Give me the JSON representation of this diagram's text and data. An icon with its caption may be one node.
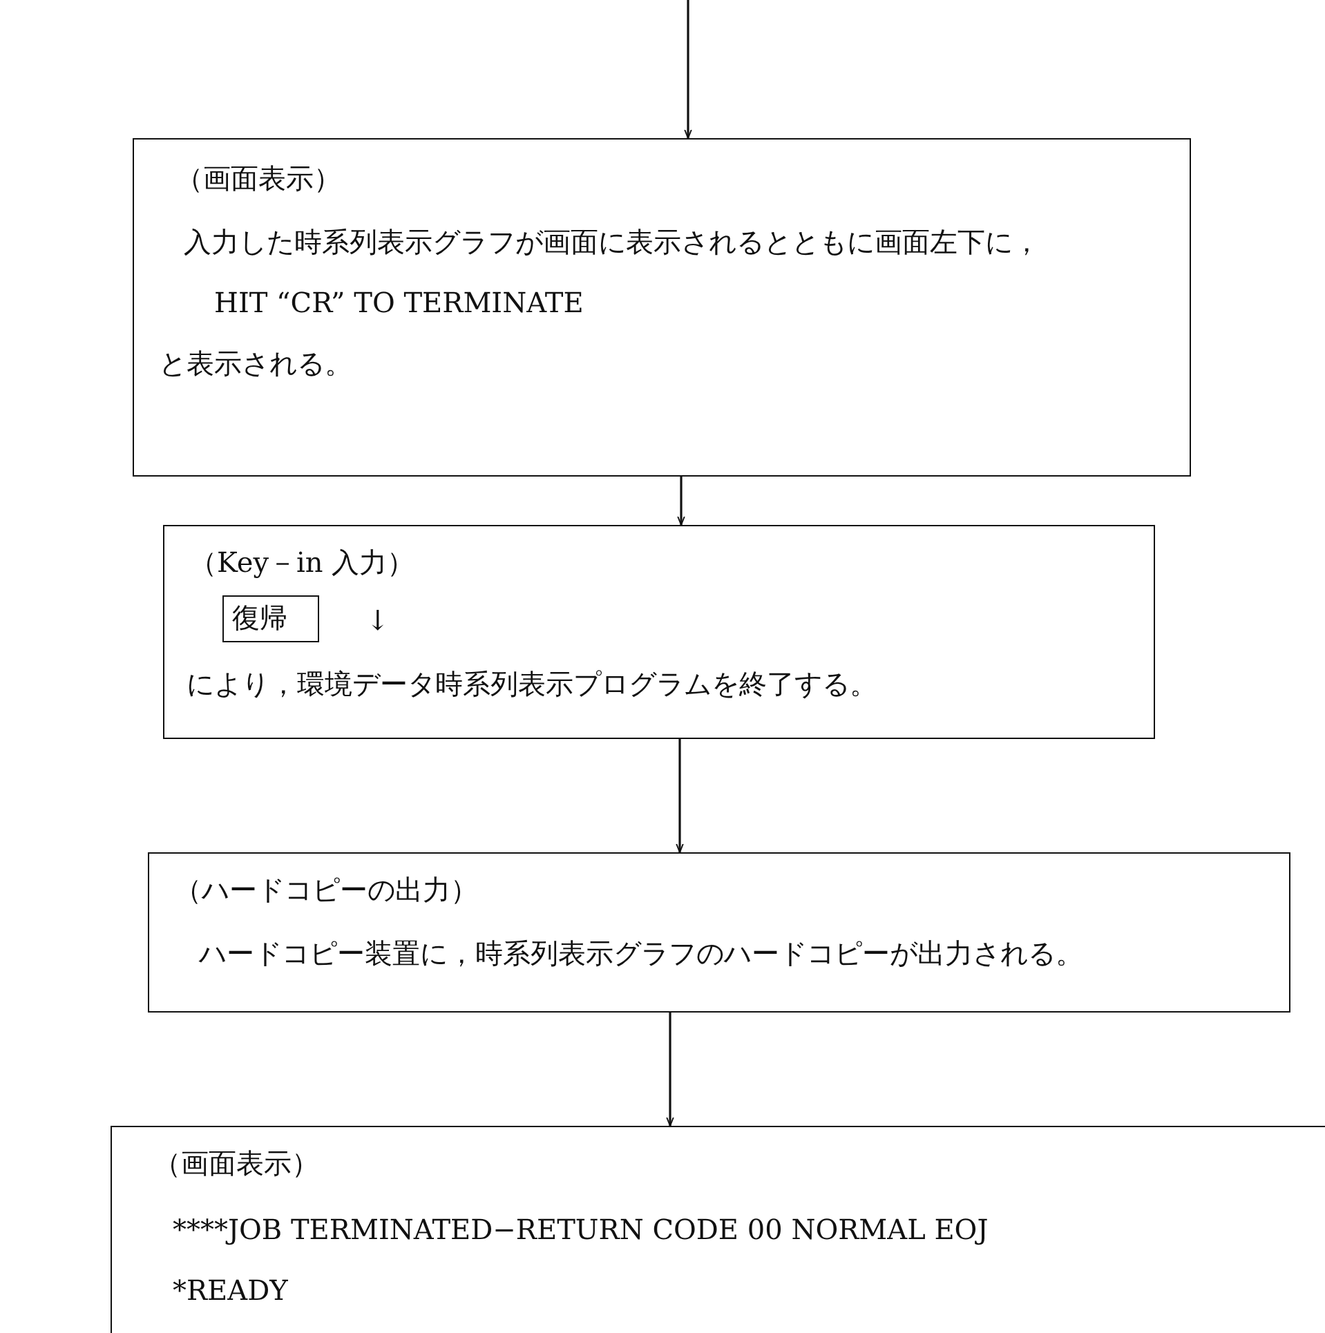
{
  "diagram": {
    "nodes": [
      {
        "text": [
          "（画面表示）",
          "入力した時系列表示グラフが画面に表示されるとともに画面左下に，",
          "HIT “CR” TO TERMINATE",
          "と表示される。"
        ]
      },
      {
        "text": [
          "（Key－in 入力）",
          "↓",
          "により，環境データ時系列表示プログラムを終了する。"
        ]
      },
      {
        "text": [
          "復帰"
        ],
        "in": 1
      },
      {
        "text": [
          "（ハードコピーの出力）",
          "ハードコピー装置に，時系列表示グラフのハードコピーが出力される。"
        ]
      },
      {
        "text": [
          "（画面表示）",
          "****JOB TERMINATED−RETURN CODE  00 NORMAL EOJ",
          "*READY"
        ]
      }
    ],
    "edges": [
      {
        "from": null,
        "to": 0,
        "arrow": "to"
      },
      {
        "from": 0,
        "to": 1,
        "arrow": "to"
      },
      {
        "from": 1,
        "to": 3,
        "arrow": "to"
      },
      {
        "from": 3,
        "to": 4,
        "arrow": "to"
      }
    ]
  }
}
